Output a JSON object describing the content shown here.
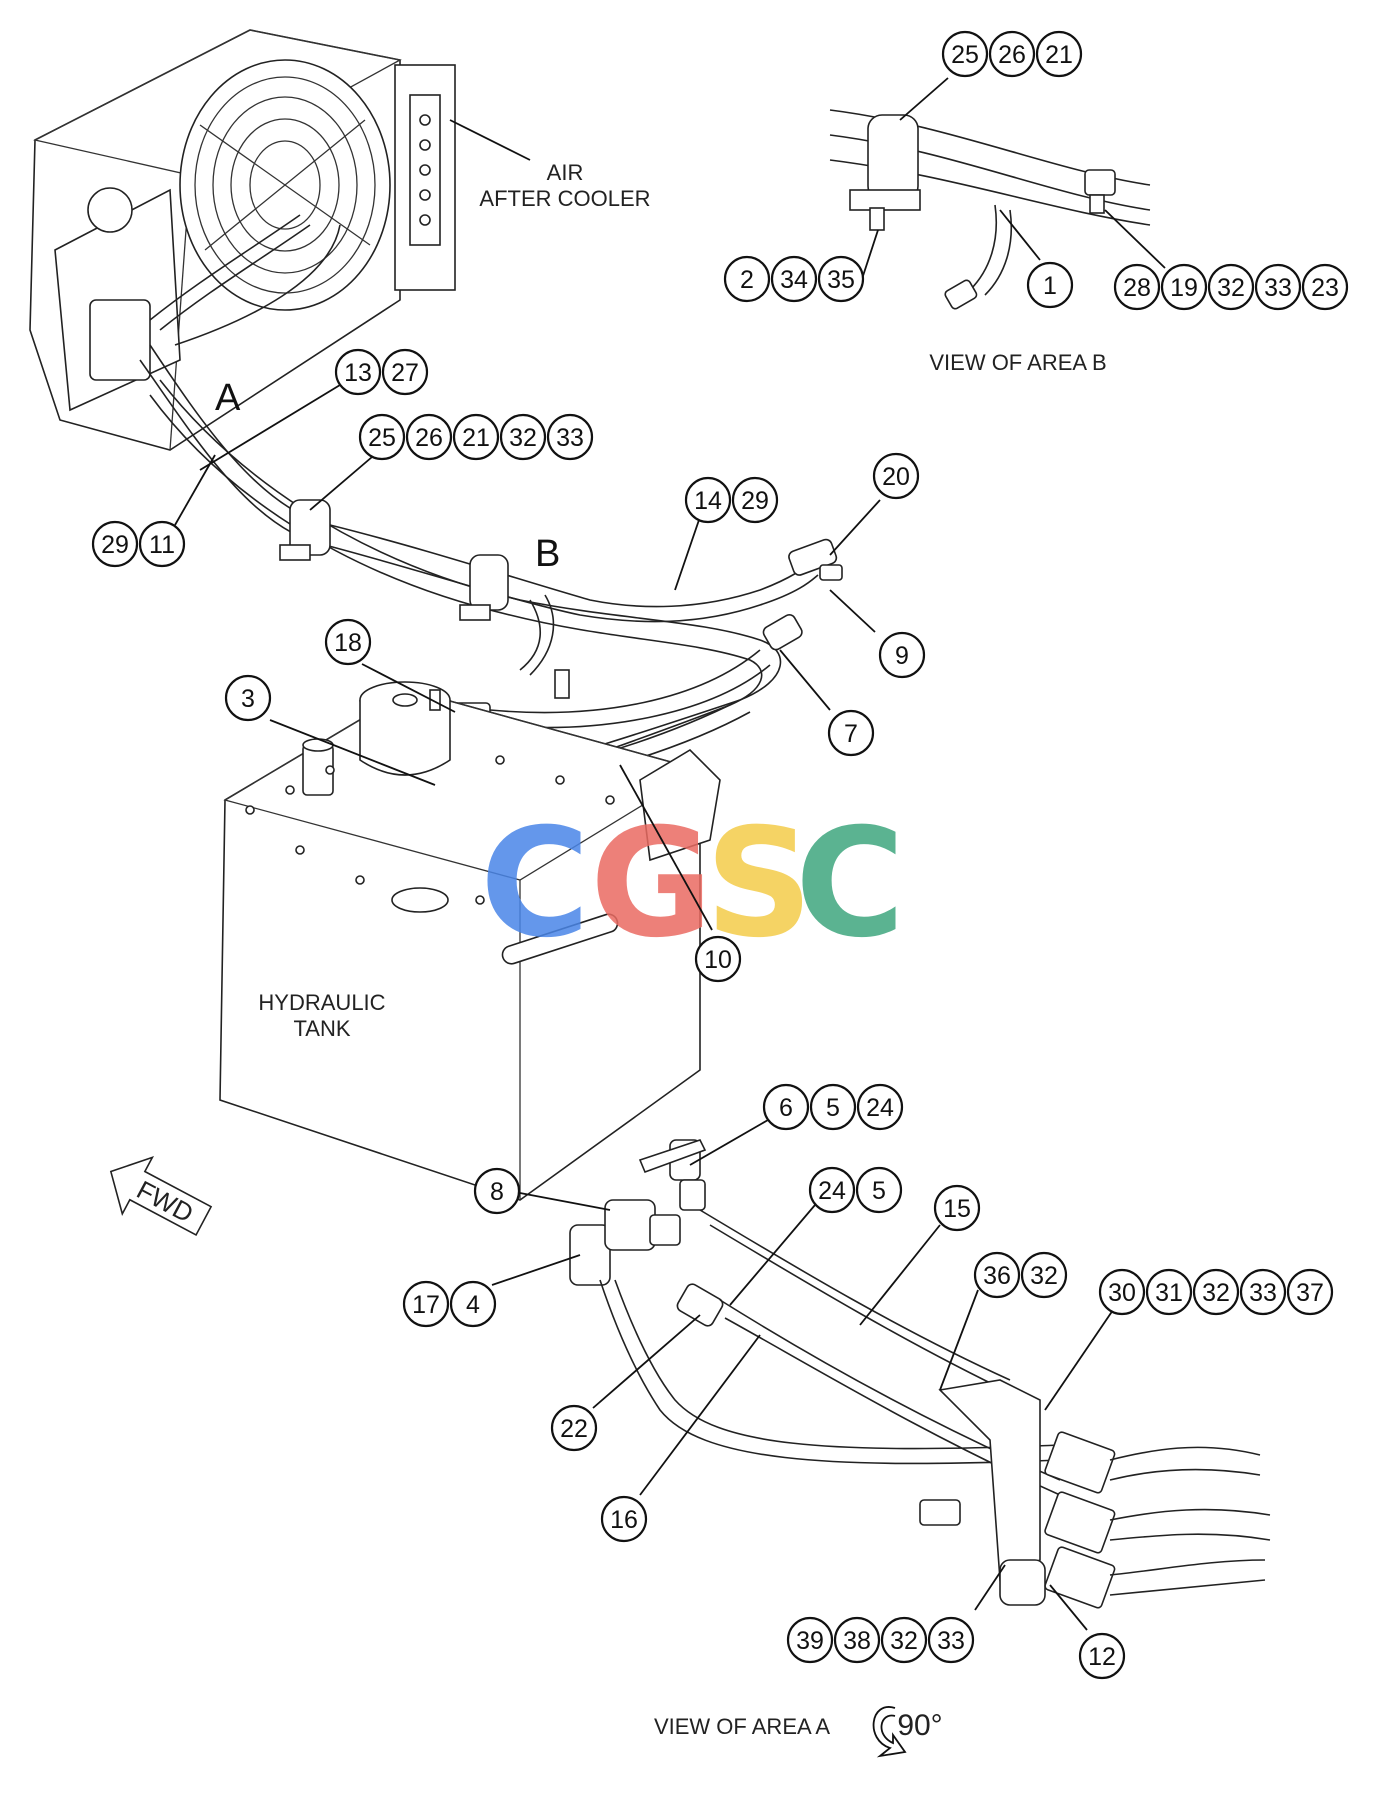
{
  "labels": {
    "air_after_cooler_1": "AIR",
    "air_after_cooler_2": "AFTER COOLER",
    "hydraulic_tank_1": "HYDRAULIC",
    "hydraulic_tank_2": "TANK",
    "view_area_b": "VIEW OF AREA B",
    "view_area_a": "VIEW OF AREA A",
    "rotation": "90°",
    "fwd": "FWD",
    "letter_a": "A",
    "letter_b": "B"
  },
  "watermark": {
    "letters": [
      "C",
      "G",
      "S",
      "C"
    ],
    "colors": [
      "#4a86e8",
      "#ea6b62",
      "#f4cc4a",
      "#3fa67e"
    ]
  },
  "callouts": {
    "b_top": [
      "25",
      "26",
      "21"
    ],
    "b_left": [
      "2",
      "34",
      "35"
    ],
    "b_mid": [
      "1"
    ],
    "b_right": [
      "28",
      "19",
      "32",
      "33",
      "23"
    ],
    "c_13_27": [
      "13",
      "27"
    ],
    "c_25_row": [
      "25",
      "26",
      "21",
      "32",
      "33"
    ],
    "c_29_11": [
      "29",
      "11"
    ],
    "c_14_29": [
      "14",
      "29"
    ],
    "c_20": [
      "20"
    ],
    "c_9": [
      "9"
    ],
    "c_18": [
      "18"
    ],
    "c_3": [
      "3"
    ],
    "c_7": [
      "7"
    ],
    "c_10": [
      "10"
    ],
    "c_6_5_24": [
      "6",
      "5",
      "24"
    ],
    "c_8": [
      "8"
    ],
    "c_24_5": [
      "24",
      "5"
    ],
    "c_15": [
      "15"
    ],
    "c_17_4": [
      "17",
      "4"
    ],
    "c_36_32": [
      "36",
      "32"
    ],
    "c_30_row": [
      "30",
      "31",
      "32",
      "33",
      "37"
    ],
    "c_22": [
      "22"
    ],
    "c_16": [
      "16"
    ],
    "c_39_row": [
      "39",
      "38",
      "32",
      "33"
    ],
    "c_12": [
      "12"
    ]
  }
}
